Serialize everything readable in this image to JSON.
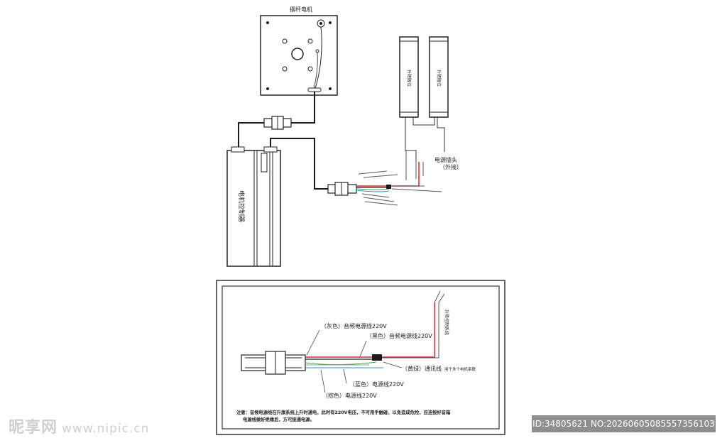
{
  "labels": {
    "lift_motor": "摆杆电机",
    "motor_controller": "电机控制器",
    "limit_switch_1": "升降限位",
    "limit_switch_2": "升降限位",
    "power_plug": "电源插头",
    "power_plug_note": "（外接）",
    "detail_vertical": "升降控制系统",
    "wire_gray": "（灰色）音频电源线220V",
    "wire_black": "（黑色）音频电源线220V",
    "wire_signal": "（黄绿）通讯线",
    "wire_signal_note": "用于多个电机串联",
    "wire_blue": "（蓝色）电源线220V",
    "wire_brown": "（棕色）电源线220V",
    "note_line1": "注意：音频电源线在升旗系统上升时通电，此时有220V电压，不可用手触碰，以免造成危险，应连接好音箱",
    "note_line2": "电源线做好绝缘后，方可接通电源。"
  },
  "watermark": {
    "brand": "昵享网",
    "url": "www.nipic.cn",
    "id_text": "ID:34805621 NO:20260605085557356103"
  },
  "colors": {
    "wire_red": "#e8262b",
    "wire_green": "#3aa64a",
    "wire_blue": "#3a8fd8",
    "wire_dark": "#1a1a1a"
  }
}
